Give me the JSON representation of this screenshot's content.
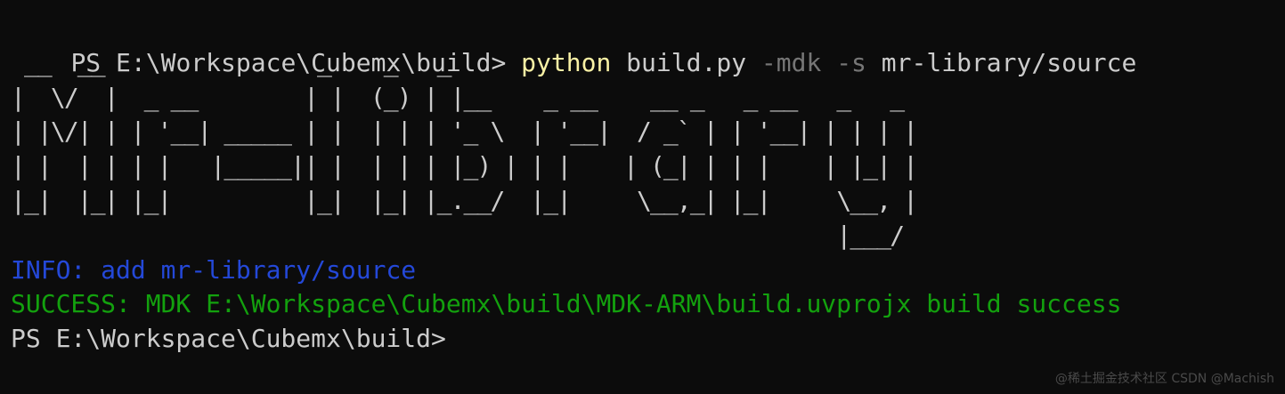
{
  "colors": {
    "background": "#0c0c0c",
    "foreground": "#cccccc",
    "command_highlight": "#f9f1a5",
    "param_dim": "#767676",
    "info_blue": "#2448d8",
    "success_green": "#13a10e"
  },
  "command_line": {
    "prompt": "PS E:\\Workspace\\Cubemx\\build> ",
    "command": "python",
    "arg1": " build.py ",
    "param1": "-mdk",
    "space": " ",
    "param2": "-s",
    "arg2": " mr-library/source"
  },
  "banner": {
    "lines": [
      " __  __                _    _   _                          ",
      "|  \\/  |  _ __        | |  (_) | |__    _ __    __ _   _ __   _   _ ",
      "| |\\/| | | '__| _____ | |  | | | '_ \\  | '__|  / _` | | '__| | | | |",
      "| |  | | | |   |_____|| |  | | | |_) | | |    | (_| | | |    | |_| |",
      "|_|  |_| |_|          |_|  |_| |_.__/  |_|     \\__,_| |_|     \\__, |",
      "                                                              |___/ "
    ]
  },
  "output": {
    "info": "INFO: add mr-library/source",
    "success": "SUCCESS: MDK E:\\Workspace\\Cubemx\\build\\MDK-ARM\\build.uvprojx build success",
    "final_prompt": "PS E:\\Workspace\\Cubemx\\build>"
  },
  "watermark": "@稀土掘金技术社区 CSDN @Machish"
}
